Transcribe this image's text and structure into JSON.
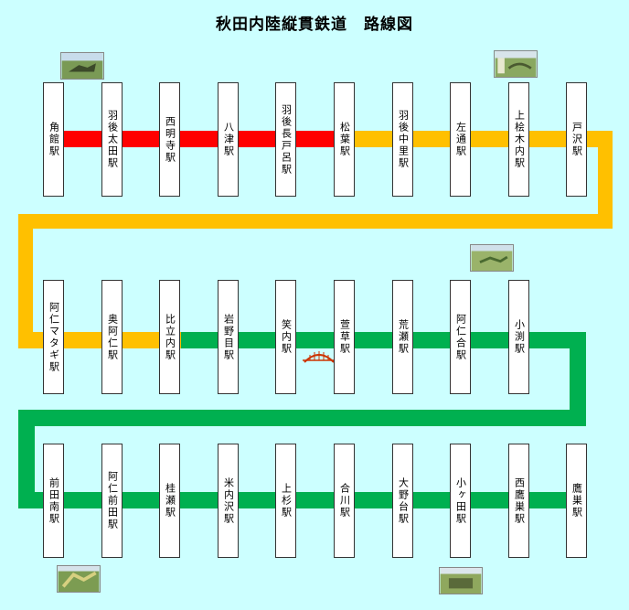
{
  "title": "秋田内陸縦貫鉄道　路線図",
  "colors": {
    "background": "#ccffff",
    "red_line": "#ff0000",
    "yellow_line": "#ffc000",
    "green_line": "#00b050"
  },
  "rows": [
    {
      "stations": [
        "角館駅",
        "羽後太田駅",
        "西明寺駅",
        "八津駅",
        "羽後長戸呂駅",
        "松葉駅",
        "羽後中里駅",
        "左通駅",
        "上桧木内駅",
        "戸沢駅"
      ]
    },
    {
      "stations": [
        "阿仁マタギ駅",
        "奥阿仁駅",
        "比立内駅",
        "岩野目駅",
        "笑内駅",
        "萱草駅",
        "荒瀬駅",
        "阿仁合駅",
        "小渕駅"
      ]
    },
    {
      "stations": [
        "前田南駅",
        "阿仁前田駅",
        "桂瀬駅",
        "米内沢駅",
        "上杉駅",
        "合川駅",
        "大野台駅",
        "小ヶ田駅",
        "西鷹巣駅",
        "鷹巣駅"
      ]
    }
  ],
  "photos": [
    "rice-field-art",
    "rice-field-art",
    "rice-field-art",
    "rice-field-art",
    "rice-field-art"
  ],
  "bridge_icon": "arch-bridge-icon"
}
